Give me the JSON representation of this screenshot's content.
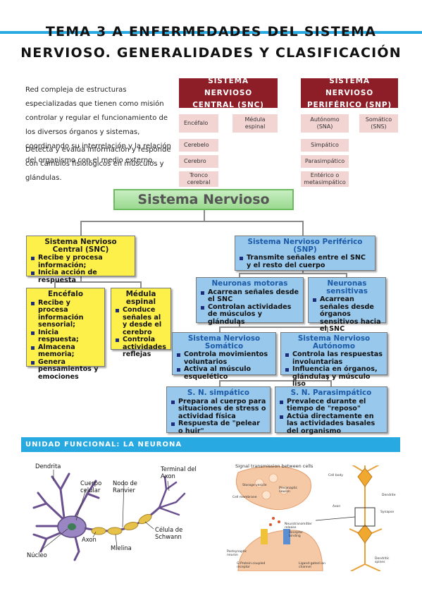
{
  "header": {
    "title_line1": "TEMA 3 A ENFERMEDADES DEL SISTEMA",
    "title_line2": "NERVIOSO. GENERALIDADES Y CLASIFICACIÓN"
  },
  "intro": {
    "p1": "Red compleja de estructuras especializadas que tienen como misión controlar y regular el funcionamiento de los diversos órganos y sistemas, coordinando su interrelación y la relación del organismo con el medio externo.",
    "p2": "Detecta y evalúa información y responde con cambios fisiológicos en músculos y glándulas."
  },
  "classification": {
    "snc": {
      "title": "SISTEMA NERVIOSO CENTRAL (SNC)",
      "col1": [
        "Encéfalo",
        "Cerebelo",
        "Cerebro",
        "Tronco cerebral"
      ],
      "col2": [
        "Médula espinal"
      ]
    },
    "snp": {
      "title": "SISTEMA NERVIOSO PERIFÉRICO (SNP)",
      "col1": [
        "Autónomo (SNA)",
        "Simpático",
        "Parasimpático",
        "Entérico o metasimpático"
      ],
      "col2": [
        "Somático (SNS)"
      ]
    }
  },
  "concept_map": {
    "title": "Sistema Nervioso",
    "snc": {
      "title": "Sistema Nervioso Central (SNC)",
      "items": [
        "Recibe y procesa información;",
        "Inicia acción de respuesta"
      ]
    },
    "encefalo": {
      "title": "Encéfalo",
      "items": [
        "Recibe y procesa información sensorial;",
        "Inicia respuesta;",
        "Almacena memoria;",
        "Genera pensamientos y emociones"
      ]
    },
    "medula": {
      "title": "Médula espinal",
      "items": [
        "Conduce señales al y desde el cerebro",
        "Controla actividades reflejas"
      ]
    },
    "snp": {
      "title": "Sistema Nervioso Periférico (SNP)",
      "items": [
        "Transmite señales entre el SNC y el resto del cuerpo"
      ]
    },
    "motoras": {
      "title": "Neuronas motoras",
      "items": [
        "Acarrean señales desde el SNC",
        "Controlan actividades de músculos y glándulas"
      ]
    },
    "sensitivas": {
      "title": "Neuronas sensitivas",
      "items": [
        "Acarrean señales desde órganos sensitivos hacia el SNC"
      ]
    },
    "somatico": {
      "title": "Sistema Nervioso Somático",
      "items": [
        "Controla movimientos voluntarios",
        "Activa al músculo esquelético"
      ]
    },
    "autonomo": {
      "title": "Sistema Nervioso Autónomo",
      "items": [
        "Controla las respuestas involuntarias",
        "Influencia en órganos, glándulas y músculo liso"
      ]
    },
    "simpatico": {
      "title": "S. N. simpático",
      "items": [
        "Prepara al cuerpo para situaciones de stress o actividad física",
        "Respuesta de \"pelear o huir\""
      ]
    },
    "parasimpatico": {
      "title": "S. N. Parasimpático",
      "items": [
        "Prevalece durante el tiempo de \"reposo\"",
        "Actúa directamente en las actividades basales del organismo"
      ]
    }
  },
  "section2": {
    "title": "UNIDAD FUNCIONAL: LA NEURONA"
  },
  "neuron_labels": {
    "dendrita": "Dendrita",
    "cuerpo": "Cuerpo celular",
    "nodo": "Nodo de Ranvier",
    "terminal": "Terminal del Axon",
    "axon": "Axon",
    "celula": "Célula de Schwann",
    "mielina": "Mielina",
    "nucleo": "Núcleo"
  },
  "signal_figure": {
    "title": "Signal transmission between cells",
    "labels": [
      "Storage vesicle",
      "Presynaptic neuron",
      "Cell membrane",
      "Neurotransmitter release",
      "Receptor binding",
      "Postsynaptic neuron",
      "G-Protein-coupled receptor",
      "Ligand-gated ion channel",
      "Cell body",
      "Dendrite",
      "Axon",
      "Synapse",
      "Dendritic spines"
    ]
  },
  "colors": {
    "accent_blue": "#29a9e1",
    "dark_red": "#8d1d27",
    "pink": "#f2d4d3",
    "yellow": "#fdf04a",
    "light_blue": "#98c8ec",
    "green": "#9ad98f"
  }
}
